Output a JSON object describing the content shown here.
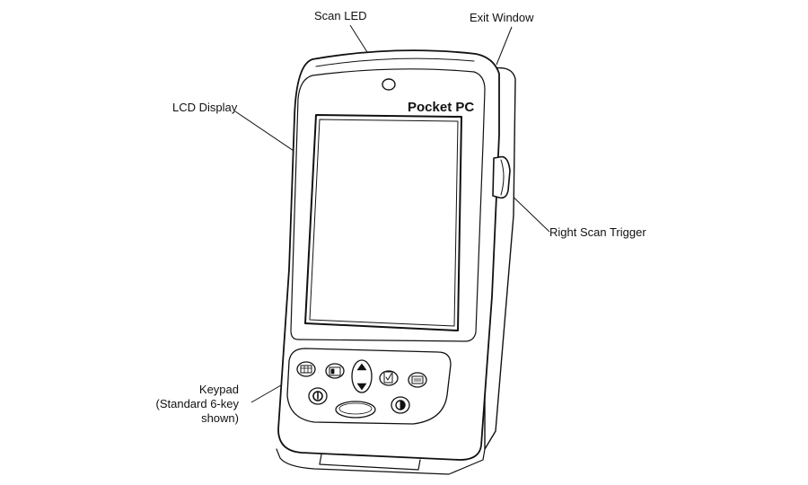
{
  "diagram": {
    "brand_text": "Pocket PC",
    "callouts": {
      "scan_led": "Scan LED",
      "exit_window": "Exit Window",
      "lcd_display": "LCD Display",
      "right_scan_trigger": "Right Scan Trigger",
      "keypad": [
        "Keypad",
        "(Standard 6-key",
        "shown)"
      ]
    }
  }
}
